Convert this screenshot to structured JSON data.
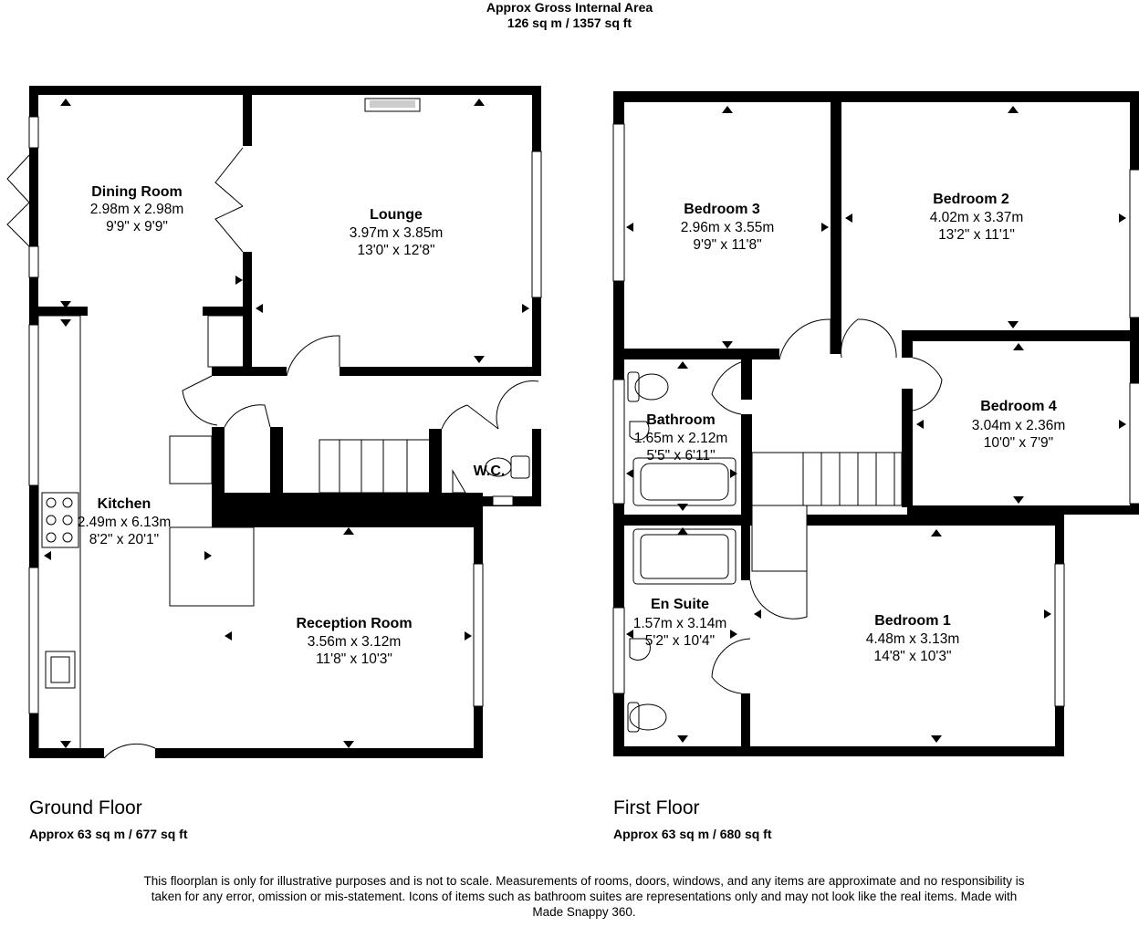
{
  "header": {
    "title": "Approx Gross Internal Area",
    "area": "126 sq m / 1357 sq ft"
  },
  "floors": [
    {
      "title": "Ground Floor",
      "area": "Approx 63 sq m / 677 sq ft",
      "rooms": [
        {
          "name": "Dining Room",
          "metric": "2.98m x 2.98m",
          "imperial": "9'9\" x 9'9\""
        },
        {
          "name": "Lounge",
          "metric": "3.97m x 3.85m",
          "imperial": "13'0\" x 12'8\""
        },
        {
          "name": "Kitchen",
          "metric": "2.49m x 6.13m",
          "imperial": "8'2\" x 20'1\""
        },
        {
          "name": "Reception Room",
          "metric": "3.56m x 3.12m",
          "imperial": "11'8\" x 10'3\""
        },
        {
          "name": "W.C.",
          "metric": "",
          "imperial": ""
        }
      ]
    },
    {
      "title": "First Floor",
      "area": "Approx 63 sq m / 680 sq ft",
      "rooms": [
        {
          "name": "Bedroom 3",
          "metric": "2.96m x 3.55m",
          "imperial": "9'9\" x 11'8\""
        },
        {
          "name": "Bedroom 2",
          "metric": "4.02m x 3.37m",
          "imperial": "13'2\" x 11'1\""
        },
        {
          "name": "Bathroom",
          "metric": "1.65m x 2.12m",
          "imperial": "5'5\" x 6'11\""
        },
        {
          "name": "Bedroom 4",
          "metric": "3.04m x 2.36m",
          "imperial": "10'0\" x 7'9\""
        },
        {
          "name": "En Suite",
          "metric": "1.57m x 3.14m",
          "imperial": "5'2\" x 10'4\""
        },
        {
          "name": "Bedroom 1",
          "metric": "4.48m x 3.13m",
          "imperial": "14'8\" x 10'3\""
        }
      ]
    }
  ],
  "disclaimer": "This floorplan is only for illustrative purposes and is not to scale. Measurements of rooms, doors, windows, and any items are approximate and no responsibility is taken for any error, omission or mis-statement. Icons of items such as bathroom suites are representations only and may not look like the real items. Made with Made Snappy 360."
}
